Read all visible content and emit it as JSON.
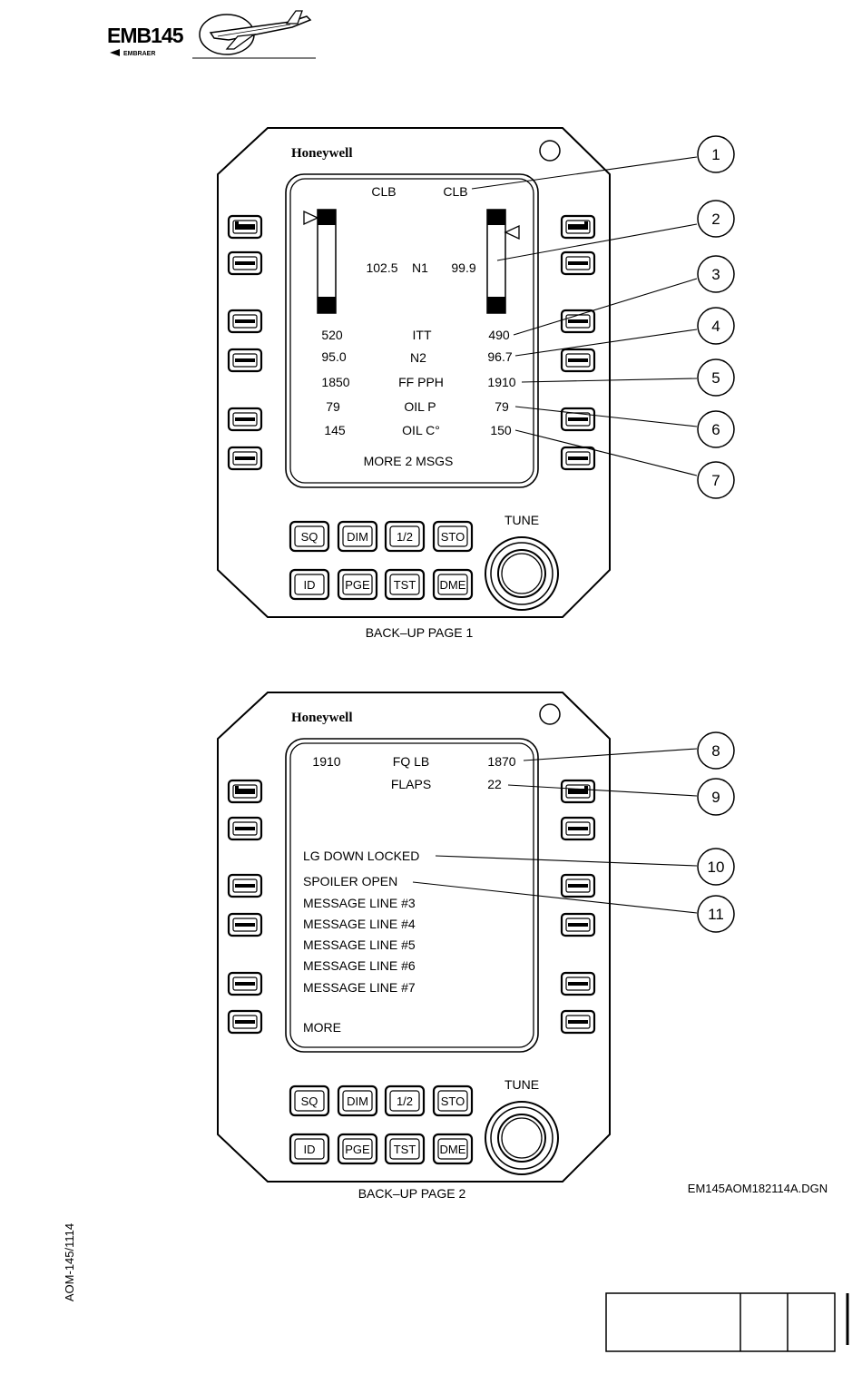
{
  "header": {
    "logo_model": "EMB145",
    "logo_maker": "EMBRAER"
  },
  "panel1": {
    "brand": "Honeywell",
    "mode_left": "CLB",
    "mode_right": "CLB",
    "n1_left": "102.5",
    "n1_label": "N1",
    "n1_right": "99.9",
    "rows": [
      {
        "left": "520",
        "label": "ITT",
        "right": "490"
      },
      {
        "left": "95.0",
        "label": "N2",
        "right": "96.7"
      },
      {
        "left": "1850",
        "label": "FF PPH",
        "right": "1910"
      },
      {
        "left": "79",
        "label": "OIL P",
        "right": "79"
      },
      {
        "left": "145",
        "label": "OIL C°",
        "right": "150"
      }
    ],
    "footer": "MORE  2 MSGS",
    "caption": "BACK–UP PAGE 1"
  },
  "panel2": {
    "brand": "Honeywell",
    "fq_left": "1910",
    "fq_label": "FQ  LB",
    "fq_right": "1870",
    "flaps_label": "FLAPS",
    "flaps_value": "22",
    "messages": [
      "LG DOWN LOCKED",
      "SPOILER OPEN",
      "MESSAGE LINE #3",
      "MESSAGE LINE #4",
      "MESSAGE LINE #5",
      "MESSAGE LINE #6",
      "MESSAGE LINE #7"
    ],
    "footer": "MORE",
    "caption": "BACK–UP PAGE 2"
  },
  "keys": {
    "row1": [
      "SQ",
      "DIM",
      "1/2",
      "STO"
    ],
    "row2": [
      "ID",
      "PGE",
      "TST",
      "DME"
    ],
    "tune_label": "TUNE"
  },
  "callouts": [
    "1",
    "2",
    "3",
    "4",
    "5",
    "6",
    "7",
    "8",
    "9",
    "10",
    "11"
  ],
  "drawing_id": "EM145AOM182114A.DGN",
  "doc_id": "AOM-145/1114"
}
